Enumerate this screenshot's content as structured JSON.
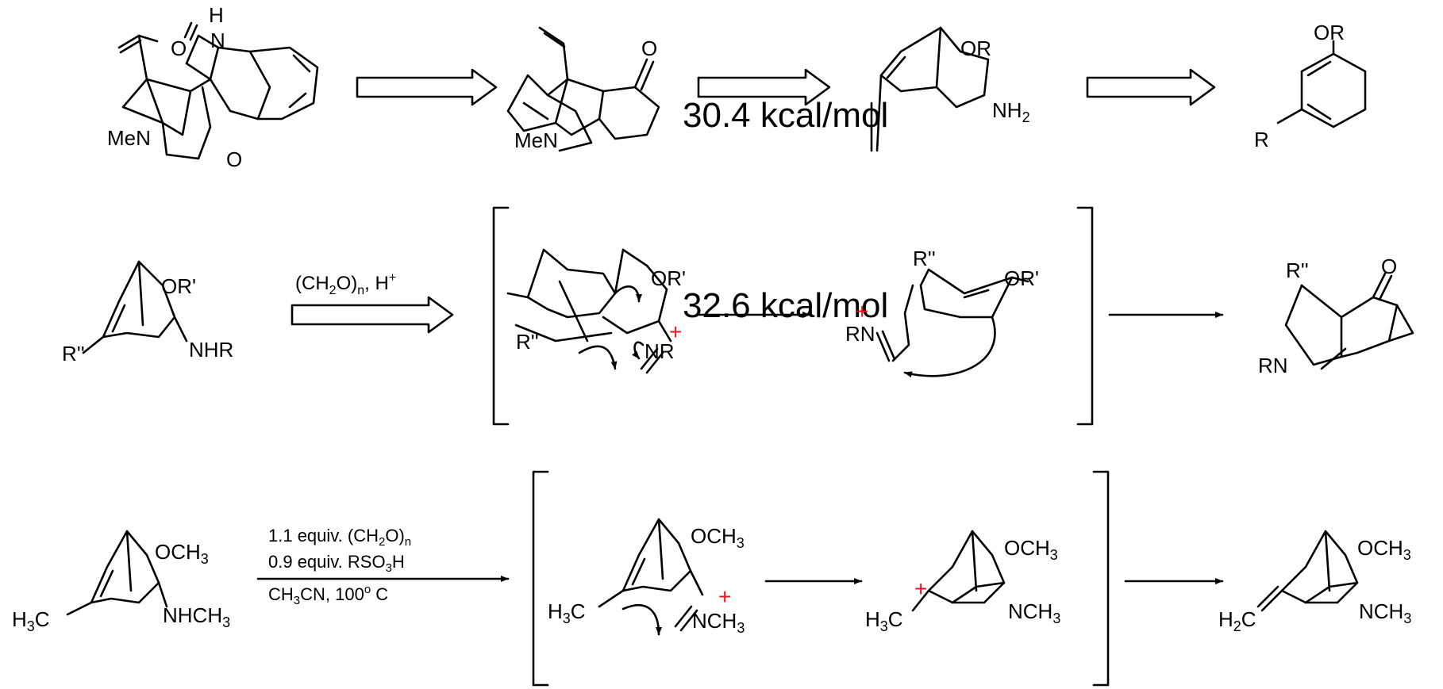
{
  "row1": {
    "start_labels": {
      "o": "O",
      "h": "H",
      "n": "N",
      "men": "MeN",
      "o_ring": "O"
    },
    "ketone_labels": {
      "o": "O",
      "men": "MeN"
    },
    "energy_1": "30.4 kcal/mol",
    "bicyclic_labels": {
      "or": "OR",
      "nh2_main": "NH",
      "nh2_sub": "2"
    },
    "diene_labels": {
      "or": "OR",
      "r": "R"
    }
  },
  "row2": {
    "sm_labels": {
      "or": "OR'",
      "r": "R''",
      "nhr": "NHR"
    },
    "reagent": {
      "a": "(CH",
      "b": "2",
      "c": "O)",
      "d": "n",
      "e": ", H",
      "f": "+"
    },
    "int1_labels": {
      "or": "OR'",
      "r": "R''",
      "nr": "NR",
      "plus": "+"
    },
    "energy_2": "32.6 kcal/mol",
    "int2_labels": {
      "r": "R''",
      "or": "OR'",
      "rn": "RN",
      "plus": "+"
    },
    "product_labels": {
      "r": "R''",
      "o": "O",
      "rn": "RN"
    }
  },
  "row3": {
    "sm_labels": {
      "och": "OCH",
      "och_sub": "3",
      "h3c_main": "H",
      "h3c_sub": "3",
      "h3c_end": "C",
      "nhch": "NHCH",
      "nhch_sub": "3"
    },
    "conditions": {
      "line1": {
        "a": "1.1 equiv. (CH",
        "b": "2",
        "c": "O)",
        "d": "n"
      },
      "line2": {
        "a": "0.9 equiv. RSO",
        "b": "3",
        "c": "H"
      },
      "line3": {
        "a": "CH",
        "b": "3",
        "c": "CN, 100",
        "d": "o",
        "e": " C"
      }
    },
    "int1_labels": {
      "och": "OCH",
      "och_sub": "3",
      "h3c_main": "H",
      "h3c_sub": "3",
      "h3c_end": "C",
      "nch": "NCH",
      "nch_sub": "3",
      "plus": "+"
    },
    "int2_labels": {
      "och": "OCH",
      "och_sub": "3",
      "h3c_main": "H",
      "h3c_sub": "3",
      "h3c_end": "C",
      "nch": "NCH",
      "nch_sub": "3",
      "plus": "+"
    },
    "product_labels": {
      "och": "OCH",
      "och_sub": "3",
      "h2c_main": "H",
      "h2c_sub": "2",
      "h2c_end": "C",
      "nch": "NCH",
      "nch_sub": "3"
    }
  }
}
